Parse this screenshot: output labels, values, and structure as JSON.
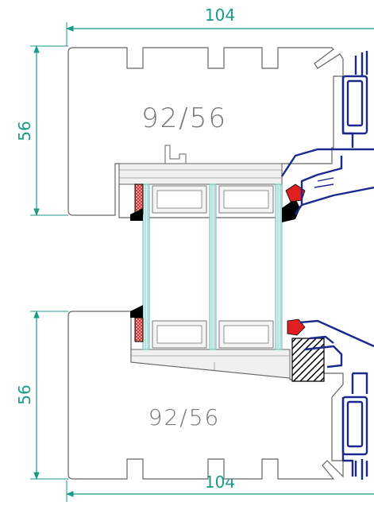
{
  "dimensions": {
    "top_width": "104",
    "bottom_width": "104",
    "upper_height": "56",
    "lower_height": "56"
  },
  "section_labels": {
    "upper": "92/56",
    "lower": "92/56"
  },
  "colors": {
    "dimension": "#1a9a8a",
    "outline": "#555555",
    "glass": "#5fb8b0",
    "aluminum": "#1a2a8c",
    "gasket": "#000000",
    "seal": "#e02020"
  }
}
